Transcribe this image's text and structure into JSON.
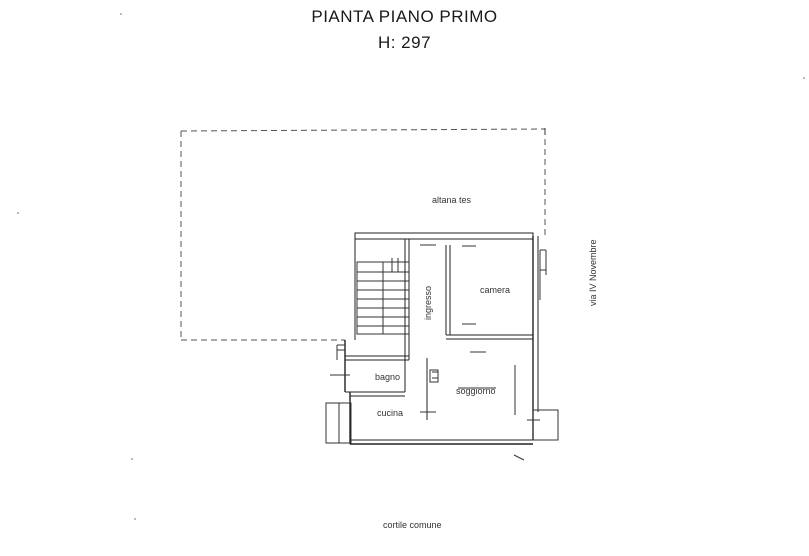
{
  "header": {
    "title": "PIANTA PIANO PRIMO",
    "height_label": "H: 297"
  },
  "rooms": {
    "terrace": "altana tes",
    "bedroom": "camera",
    "entrance": "ingresso",
    "bathroom": "bagno",
    "living": "soggiorno",
    "kitchen": "cucina"
  },
  "surroundings": {
    "street": "via IV Novembre",
    "courtyard": "cortile comune"
  }
}
